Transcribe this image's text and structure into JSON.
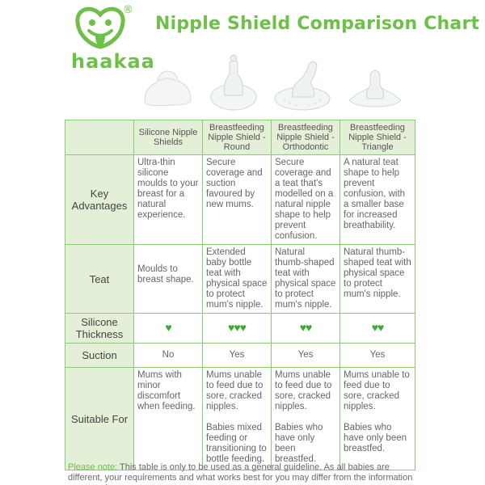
{
  "brand": {
    "name": "haakaa",
    "registered_mark": "®",
    "logo_icon": "smiling-tongue-face-logo",
    "color": "#6fbf4b"
  },
  "title": "Nipple Shield Comparison Chart",
  "products": [
    {
      "icon": "silicone-nipple-shield-image"
    },
    {
      "icon": "round-nipple-shield-image"
    },
    {
      "icon": "orthodontic-nipple-shield-image"
    },
    {
      "icon": "triangle-nipple-shield-image"
    }
  ],
  "table": {
    "columns": [
      "Silicone Nipple Shields",
      "Breastfeeding Nipple Shield - Round",
      "Breastfeeding Nipple Shield - Orthodontic",
      "Breastfeeding Nipple Shield - Triangle"
    ],
    "rows": {
      "key_advantages": {
        "label": "Key Advantages",
        "cells": [
          "Ultra-thin silicone moulds to your breast for a natural experience.",
          "Secure coverage and suction favoured by new mums.",
          "Secure coverage and a teat that's modelled on a natural nipple shape to help prevent confusion.",
          "A natural teat shape to help prevent confusion, with a smaller base for increased breathability."
        ]
      },
      "teat": {
        "label": "Teat",
        "cells": [
          "Moulds to breast shape.",
          "Extended baby bottle teat with physical space to protect mum's nipple.",
          "Natural thumb-shaped teat with physical space to protect mum's nipple.",
          "Natural thumb-shaped teat with physical space to protect mum's nipple."
        ]
      },
      "thickness": {
        "label": "Silicone Thickness",
        "hearts": [
          1,
          3,
          2,
          2
        ],
        "cells": [
          "♥",
          "♥♥♥",
          "♥♥",
          "♥♥"
        ],
        "heart_color": "#3aaa35"
      },
      "suction": {
        "label": "Suction",
        "cells": [
          "No",
          "Yes",
          "Yes",
          "Yes"
        ]
      },
      "suitable_for": {
        "label": "Suitable For",
        "cells": [
          {
            "a": "Mums with minor discomfort when feeding.",
            "b": ""
          },
          {
            "a": "Mums unable to feed due to sore, cracked nipples.",
            "b": "Babies mixed feeding or transitioning to bottle feeding."
          },
          {
            "a": "Mums unable to feed due to sore, cracked nipples.",
            "b": "Babies who have only been breastfed."
          },
          {
            "a": "Mums unable to feed due to sore, cracked nipples.",
            "b": "Babies who have only been breastfed."
          }
        ]
      }
    }
  },
  "note": {
    "label": "Please note:",
    "text": " This table is only to be used as a general guideline. As all babies are different, your requirements and what works best for you may differ from the information presented."
  }
}
